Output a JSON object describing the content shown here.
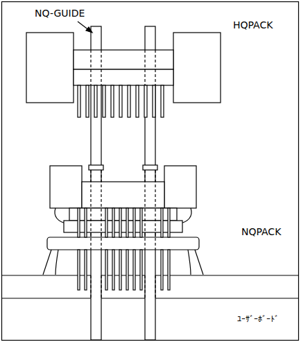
{
  "diagram": {
    "labels": [
      "NQ-GUIDE",
      "HQPACK",
      "NQPACK",
      "ﾕｰｻﾞｰﾎﾞｰﾄﾞ"
    ]
  }
}
